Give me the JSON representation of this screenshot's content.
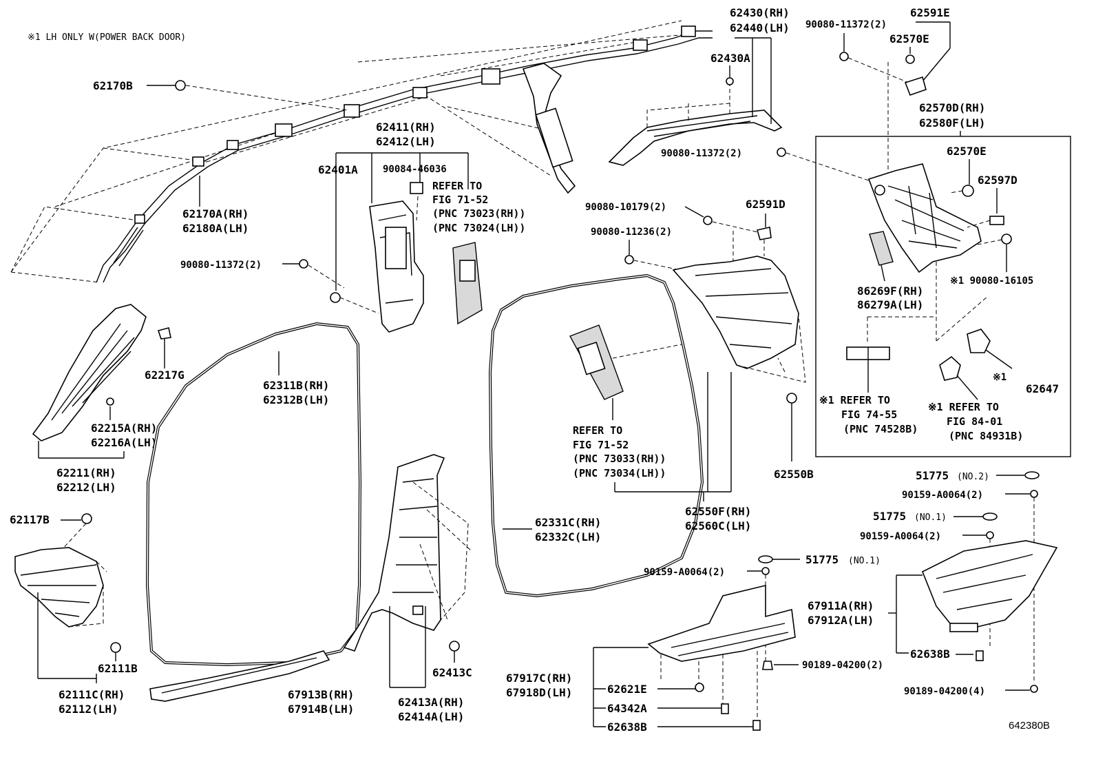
{
  "footnote": "※1 LH ONLY W(POWER BACK DOOR)",
  "figure_code": "642380B",
  "parts": {
    "p62170B": "62170B",
    "p62170A": "62170A(RH)",
    "p62180A": "62180A(LH)",
    "p62411": "62411(RH)",
    "p62412": "62412(LH)",
    "p62401A": "62401A",
    "p90084": "90084-46036",
    "ref1_a": "REFER TO",
    "ref1_b": "FIG 71-52",
    "ref1_c": "(PNC 73023(RH))",
    "ref1_d": "(PNC 73024(LH))",
    "p90080_11372_a": "90080-11372(2)",
    "p62430": "62430(RH)",
    "p62440": "62440(LH)",
    "p62430A": "62430A",
    "p90080_11372_b": "90080-11372(2)",
    "p62591E": "62591E",
    "p62570E_a": "62570E",
    "p62570D": "62570D(RH)",
    "p62580F": "62580F(LH)",
    "p90080_11372_c": "90080-11372(2)",
    "p62570E_b": "62570E",
    "p62597D": "62597D",
    "p90080_10179": "90080-10179(2)",
    "p62591D": "62591D",
    "p90080_11236": "90080-11236(2)",
    "p86269F": "86269F(RH)",
    "p86279A": "86279A(LH)",
    "p90080_16105": "※1 90080-16105",
    "p62647_mark": "※1",
    "p62647": "62647",
    "ref2_a": "※1 REFER TO",
    "ref2_b": "FIG 74-55",
    "ref2_c": "(PNC 74528B)",
    "ref3_a": "※1 REFER TO",
    "ref3_b": "FIG 84-01",
    "ref3_c": "(PNC 84931B)",
    "p62217G": "62217G",
    "p62215A": "62215A(RH)",
    "p62216A": "62216A(LH)",
    "p62211": "62211(RH)",
    "p62212": "62212(LH)",
    "p62311B": "62311B(RH)",
    "p62312B": "62312B(LH)",
    "ref4_a": "REFER TO",
    "ref4_b": "FIG 71-52",
    "ref4_c": "(PNC 73033(RH))",
    "ref4_d": "(PNC 73034(LH))",
    "p62550B": "62550B",
    "p62550F": "62550F(RH)",
    "p62560C": "62560C(LH)",
    "p62331C": "62331C(RH)",
    "p62332C": "62332C(LH)",
    "p51775_2": "51775",
    "p51775_2n": "(NO.2)",
    "p90159_a": "90159-A0064(2)",
    "p51775_1": "51775",
    "p51775_1n": "(NO.1)",
    "p90159_b": "90159-A0064(2)",
    "p51775_1b": "51775",
    "p51775_1bn": "(NO.1)",
    "p90159_c": "90159-A0064(2)",
    "p67911A": "67911A(RH)",
    "p67912A": "67912A(LH)",
    "p62638B_a": "62638B",
    "p90189_a": "90189-04200(2)",
    "p90189_b": "90189-04200(4)",
    "p62117B": "62117B",
    "p62111B": "62111B",
    "p62111C": "62111C(RH)",
    "p62112": "62112(LH)",
    "p67913B": "67913B(RH)",
    "p67914B": "67914B(LH)",
    "p62413C": "62413C",
    "p62413A": "62413A(RH)",
    "p62414A": "62414A(LH)",
    "p67917C": "67917C(RH)",
    "p67918D": "67918D(LH)",
    "p62621E": "62621E",
    "p64342A": "64342A",
    "p62638B_b": "62638B"
  }
}
